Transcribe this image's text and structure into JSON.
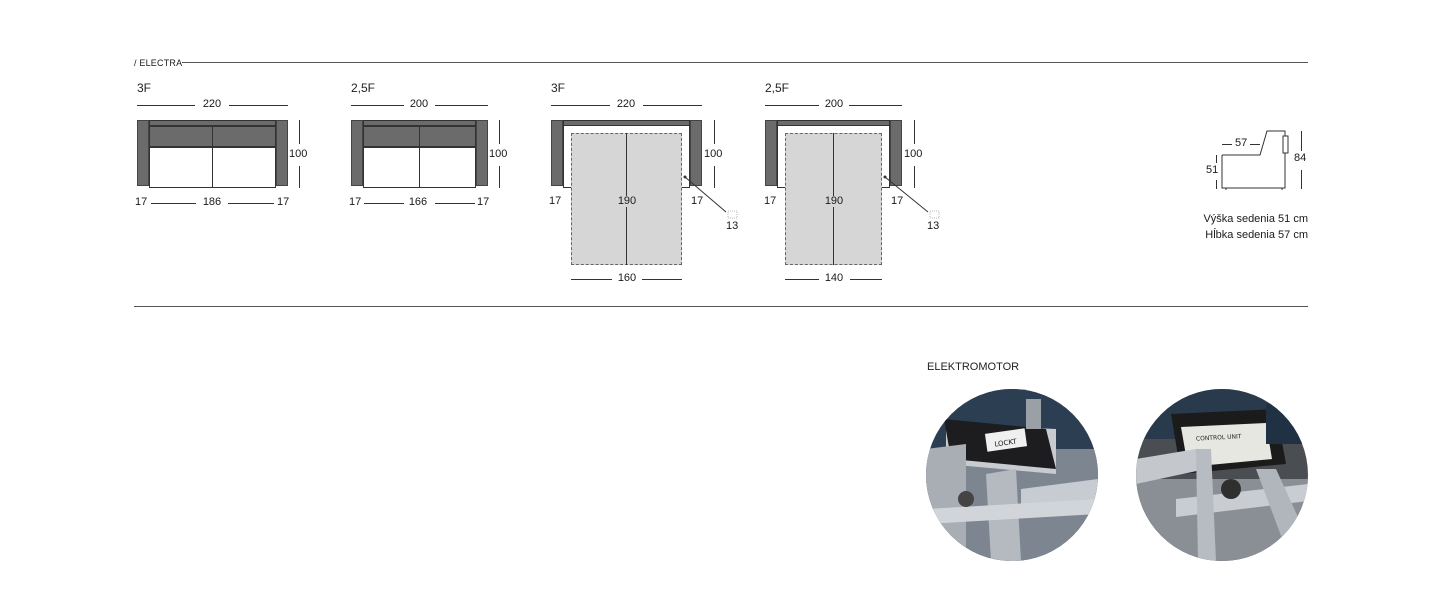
{
  "header": {
    "title": "/ ELECTRA"
  },
  "sofas": [
    {
      "label": "3F",
      "total_width": "220",
      "depth": "100",
      "arm_left": "17",
      "seat_width": "186",
      "arm_right": "17"
    },
    {
      "label": "2,5F",
      "total_width": "200",
      "depth": "100",
      "arm_left": "17",
      "seat_width": "166",
      "arm_right": "17"
    }
  ],
  "beds": [
    {
      "label": "3F",
      "total_width": "220",
      "depth": "100",
      "arm_left": "17",
      "bed_length": "190",
      "arm_right": "17",
      "frame_gap": "13",
      "bed_width": "160"
    },
    {
      "label": "2,5F",
      "total_width": "200",
      "depth": "100",
      "arm_left": "17",
      "bed_length": "190",
      "arm_right": "17",
      "frame_gap": "13",
      "bed_width": "140"
    }
  ],
  "side_view": {
    "seat_depth": "57",
    "height": "84",
    "seat_height": "51"
  },
  "specs": {
    "seat_height_text": "Výška sedenia 51 cm",
    "seat_depth_text": "Hĺbka sedenia 57 cm"
  },
  "motor_section": {
    "title": "ELEKTROMOTOR",
    "label_text": "LOCKT",
    "unit_text": "CONTROL UNIT"
  },
  "colors": {
    "upholstery": "#6b6b6b",
    "bed": "#d6d6d6",
    "line": "#555555"
  }
}
